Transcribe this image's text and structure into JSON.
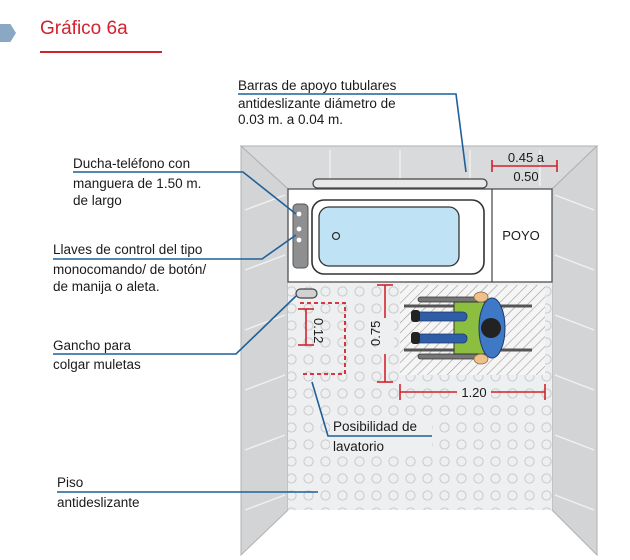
{
  "figure": {
    "title": "Gráfico 6a"
  },
  "callouts": {
    "barras": [
      "Barras de apoyo tubulares",
      "antideslizante diámetro de",
      "0.03 m. a 0.04 m."
    ],
    "ducha": [
      "Ducha-teléfono con",
      "manguera de 1.50 m.",
      "de largo"
    ],
    "llaves": [
      "Llaves de control del tipo",
      "monocomando/ de botón/",
      "de manija o aleta."
    ],
    "gancho": [
      "Gancho para",
      "colgar muletas"
    ],
    "piso": [
      "Piso",
      "antideslizante"
    ],
    "lavatorio": [
      "Posibilidad de",
      "lavatorio"
    ]
  },
  "plan": {
    "poyo_label": "POYO",
    "dim_top_a": "0.45 a",
    "dim_top_b": "0.50",
    "dim_lav_width": "0.12",
    "dim_depth": "0.75",
    "dim_width": "1.20"
  },
  "colors": {
    "accent_red": "#d2222d",
    "leader_blue": "#1f5f9a",
    "tub_water": "#bfe3f5",
    "wall_gray": "#d9dadb",
    "floor": "#eeeff0",
    "shirt_blue": "#3f78c4",
    "seat_green": "#8cbf3f"
  }
}
